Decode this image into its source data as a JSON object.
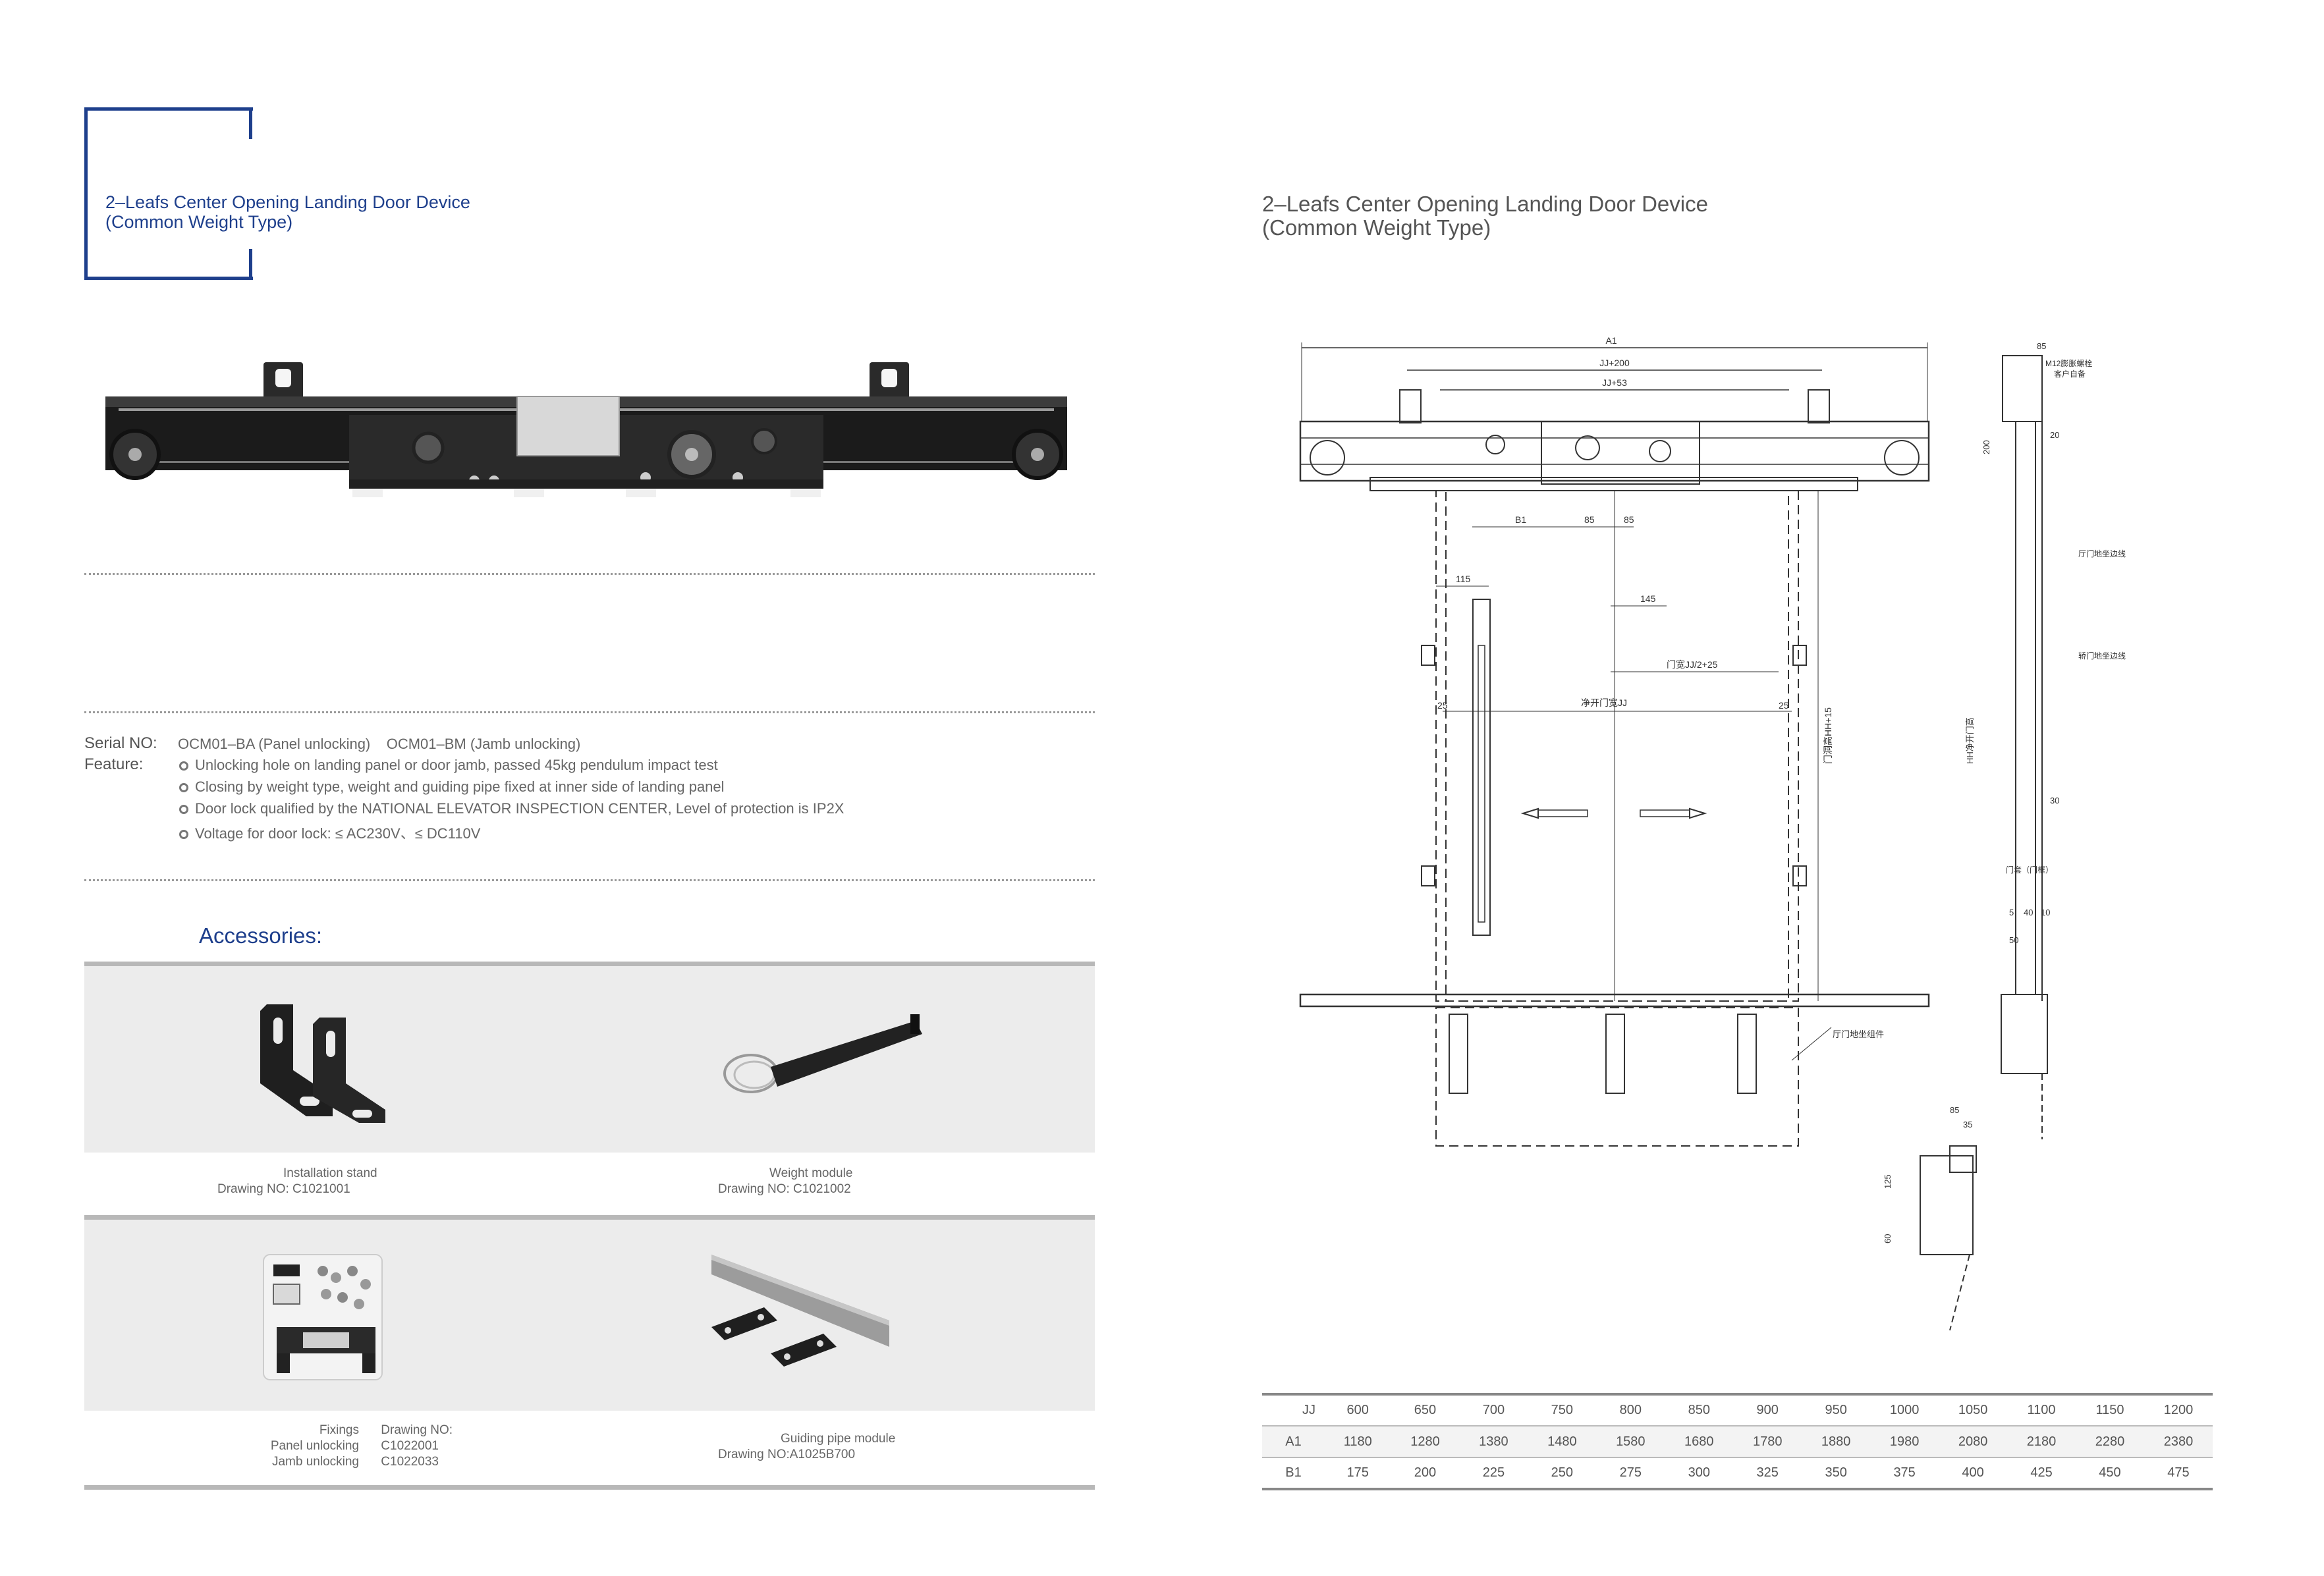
{
  "left_page": {
    "title_line1": "2–Leafs Center Opening Landing Door Device",
    "title_line2": "(Common Weight Type)",
    "serial_label": "Serial NO:",
    "serial_value": "OCM01–BA (Panel unlocking)    OCM01–BM (Jamb unlocking)",
    "feature_label": "Feature:",
    "features": [
      "Unlocking hole on landing panel or door jamb, passed 45kg pendulum impact test",
      "Closing by weight type, weight and guiding pipe fixed at inner side of landing panel",
      "Door lock qualified by the NATIONAL ELEVATOR INSPECTION CENTER, Level of protection is IP2X",
      "Voltage for door lock: ≤ AC230V、≤ DC110V"
    ],
    "accessories_title": "Accessories:",
    "accessories": [
      {
        "name": "Installation stand",
        "drawing": "Drawing NO: C1021001"
      },
      {
        "name": "Weight module",
        "drawing": "Drawing NO: C1021002"
      },
      {
        "name": "Fixings",
        "drawing_label": "Drawing NO:",
        "panel": "Panel unlocking",
        "panel_no": "C1022001",
        "jamb": "Jamb unlocking",
        "jamb_no": "C1022033"
      },
      {
        "name": "Guiding pipe module",
        "drawing": "Drawing NO:A1025B700"
      }
    ]
  },
  "right_page": {
    "title_line1": "2–Leafs Center Opening Landing Door Device",
    "title_line2": "(Common Weight Type)",
    "drawing_labels": {
      "a1": "A1",
      "jj200": "JJ+200",
      "jj53": "JJ+53",
      "b1": "B1",
      "d85a": "85",
      "d85b": "85",
      "d115": "115",
      "d145": "145",
      "d25a": "25",
      "d25b": "25",
      "open_width": "门宽JJ/2+25",
      "clear_open": "净开门宽JJ",
      "height_h": "门洞高HH+15",
      "side85": "85",
      "side200": "200",
      "side20": "20",
      "side30": "30",
      "side5": "5",
      "side40": "40",
      "side10": "10",
      "side50": "50",
      "hh_label": "HH净开门高",
      "m12": "M12膨胀螺栓",
      "customer": "客户自备",
      "door_side1": "厅门地坐边线",
      "door_side2": "轿门地坐边线",
      "sill": "厅门地坐组件",
      "jamb": "门套（门框）",
      "small85": "85",
      "small35": "35",
      "small125": "125",
      "small60": "60"
    },
    "table": {
      "rows": [
        {
          "head": "JJ",
          "values": [
            "600",
            "650",
            "700",
            "750",
            "800",
            "850",
            "900",
            "950",
            "1000",
            "1050",
            "1100",
            "1150",
            "1200"
          ]
        },
        {
          "head": "A1",
          "values": [
            "1180",
            "1280",
            "1380",
            "1480",
            "1580",
            "1680",
            "1780",
            "1880",
            "1980",
            "2080",
            "2180",
            "2280",
            "2380"
          ]
        },
        {
          "head": "B1",
          "values": [
            "175",
            "200",
            "225",
            "250",
            "275",
            "300",
            "325",
            "350",
            "375",
            "400",
            "425",
            "450",
            "475"
          ]
        }
      ]
    }
  }
}
